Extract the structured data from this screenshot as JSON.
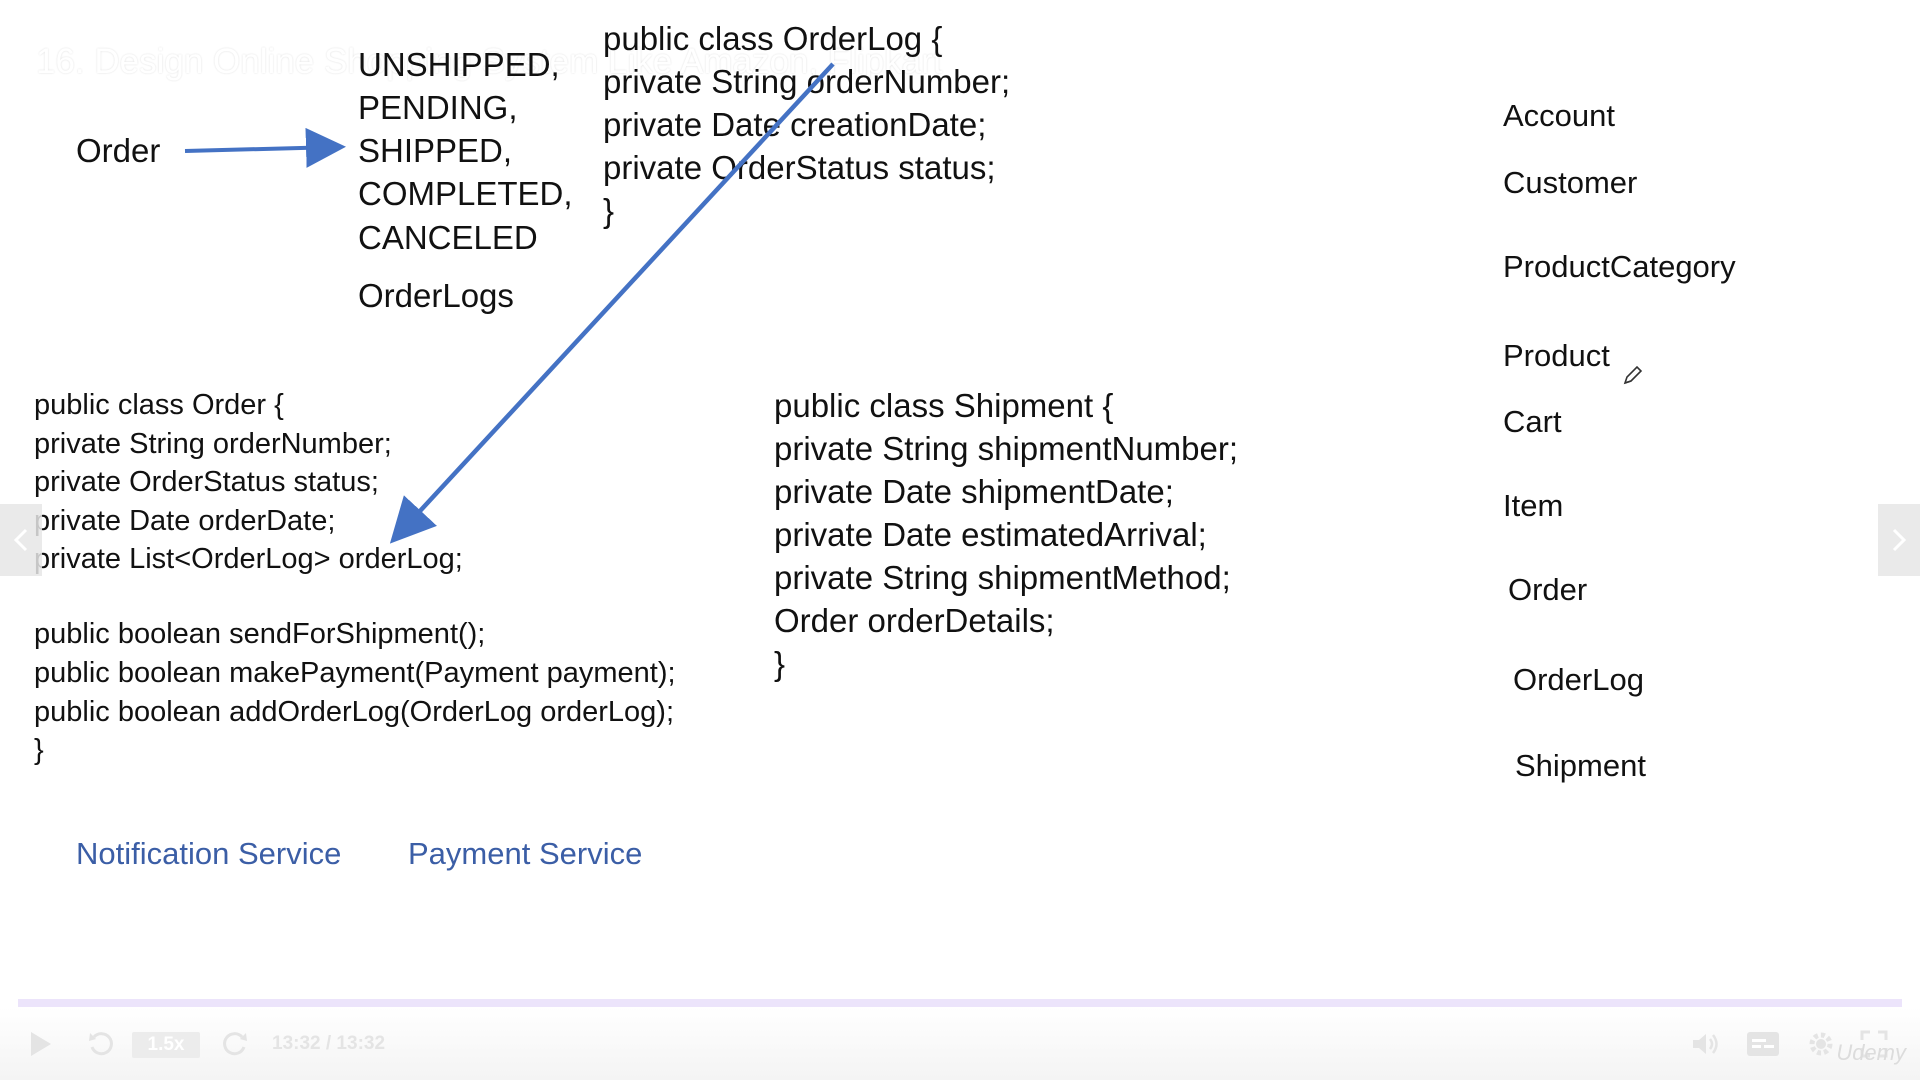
{
  "course_title": "16. Design Online Shopping System Like Amazon, Flipkart",
  "diagram": {
    "order_label": "Order",
    "statuses": [
      "UNSHIPPED,",
      "PENDING,",
      "SHIPPED,",
      "COMPLETED,",
      "CANCELED"
    ],
    "orderlogs_label": "OrderLogs"
  },
  "orderlog_class": [
    "public class OrderLog {",
    "private String orderNumber;",
    "private Date creationDate;",
    "private OrderStatus status;",
    "}"
  ],
  "order_class": [
    "public class Order {",
    "private String orderNumber;",
    "private OrderStatus status;",
    "private Date orderDate;",
    "private List<OrderLog> orderLog;",
    "",
    "public boolean sendForShipment();",
    "public boolean makePayment(Payment payment);",
    "public boolean addOrderLog(OrderLog orderLog);",
    "}"
  ],
  "shipment_class": [
    "public class Shipment {",
    "private String shipmentNumber;",
    "private Date shipmentDate;",
    "private Date estimatedArrival;",
    "private String shipmentMethod;",
    "Order orderDetails;",
    "}"
  ],
  "entities": [
    "Account",
    "Customer",
    "ProductCategory",
    "Product",
    "Cart",
    "Item",
    "Order",
    "OrderLog",
    "Shipment"
  ],
  "services": {
    "notification": "Notification Service",
    "payment": "Payment Service"
  },
  "player": {
    "speed": "1.5x",
    "time": "13:32 / 13:32",
    "progress_fraction": 1.0,
    "brand": "Udemy",
    "icons": [
      "play-icon",
      "rewind-icon",
      "forward-icon",
      "volume-icon",
      "captions-icon",
      "settings-icon",
      "fullscreen-icon"
    ]
  },
  "colors": {
    "accent_blue": "#4472c4",
    "service_text": "#3b5ea6",
    "progress": "#ece4fb"
  }
}
